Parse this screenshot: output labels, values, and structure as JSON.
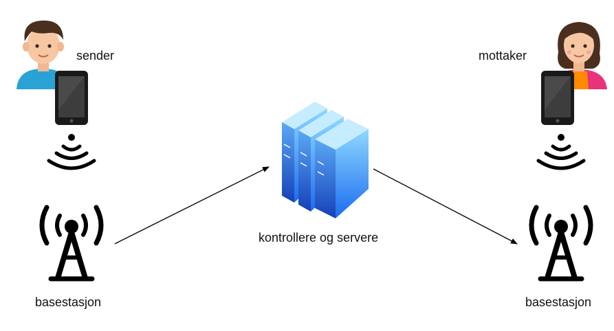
{
  "sender": {
    "label": "sender",
    "person_icon": "male-person-icon",
    "phone_icon": "smartphone-icon",
    "signal_icon": "wireless-signal-icon"
  },
  "receiver": {
    "label": "mottaker",
    "person_icon": "female-person-icon",
    "phone_icon": "smartphone-icon",
    "signal_icon": "wireless-signal-icon"
  },
  "base_station_left": {
    "label": "basestasjon",
    "icon": "cell-tower-icon"
  },
  "base_station_right": {
    "label": "basestasjon",
    "icon": "cell-tower-icon"
  },
  "servers": {
    "label": "kontrollere og servere",
    "icon": "server-rack-icon"
  },
  "colors": {
    "server_light": "#7fd0fb",
    "server_dark": "#1a5fe0",
    "sender_shirt": "#29a3d6",
    "receiver_shirt": "#e8327c",
    "receiver_apron": "#ff8a00",
    "hair": "#4a2f1f",
    "skin": "#f7c7a3",
    "phone_body": "#1a1a1a",
    "phone_screen": "#3d3d3d",
    "icon_black": "#000000"
  }
}
